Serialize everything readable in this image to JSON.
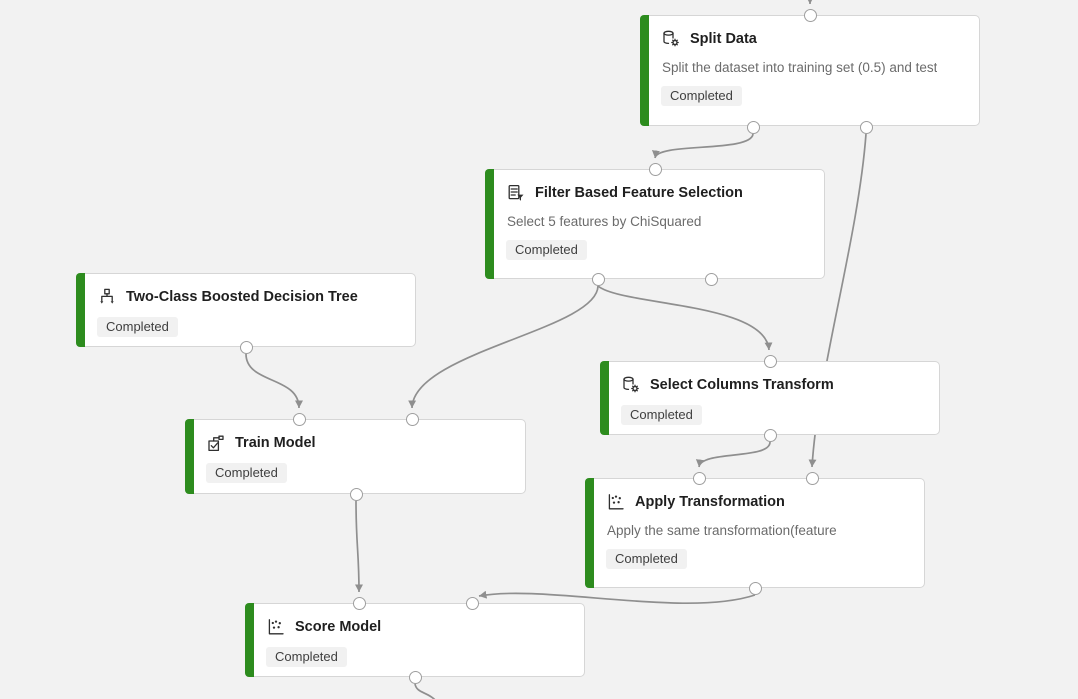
{
  "canvas": {
    "background_color": "#f2f2f2",
    "accent_green": "#2d8c1e",
    "edge_color": "#8f8f8f",
    "node_background": "#ffffff",
    "badge_background": "#f1f1f1"
  },
  "nodes": [
    {
      "title": "Split Data",
      "subtitle": "Split the dataset into training set (0.5) and test",
      "status": "Completed",
      "icon": "database-gear-icon"
    },
    {
      "title": "Filter Based Feature Selection",
      "subtitle": "Select 5 features by ChiSquared",
      "status": "Completed",
      "icon": "list-filter-icon"
    },
    {
      "title": "Two-Class Boosted Decision Tree",
      "subtitle": "",
      "status": "Completed",
      "icon": "decision-tree-icon"
    },
    {
      "title": "Train Model",
      "subtitle": "",
      "status": "Completed",
      "icon": "train-model-icon"
    },
    {
      "title": "Select Columns Transform",
      "subtitle": "",
      "status": "Completed",
      "icon": "database-gear-icon"
    },
    {
      "title": "Apply Transformation",
      "subtitle": "Apply the same transformation(feature",
      "status": "Completed",
      "icon": "scatter-plot-icon"
    },
    {
      "title": "Score Model",
      "subtitle": "",
      "status": "Completed",
      "icon": "scatter-plot-icon"
    }
  ],
  "edges": [
    {
      "from": "offscreen-top",
      "to": "split-data-input"
    },
    {
      "from": "split-data-output-1",
      "to": "filter-based-feature-selection-input"
    },
    {
      "from": "split-data-output-2",
      "to": "apply-transformation-input-2"
    },
    {
      "from": "filter-based-feature-selection-output-1",
      "to": "train-model-input-2"
    },
    {
      "from": "filter-based-feature-selection-output-1",
      "to": "select-columns-transform-input"
    },
    {
      "from": "two-class-boosted-decision-tree-output",
      "to": "train-model-input-1"
    },
    {
      "from": "train-model-output",
      "to": "score-model-input-1"
    },
    {
      "from": "select-columns-transform-output",
      "to": "apply-transformation-input-1"
    },
    {
      "from": "apply-transformation-output",
      "to": "score-model-input-2"
    },
    {
      "from": "score-model-output",
      "to": "offscreen-bottom"
    }
  ]
}
